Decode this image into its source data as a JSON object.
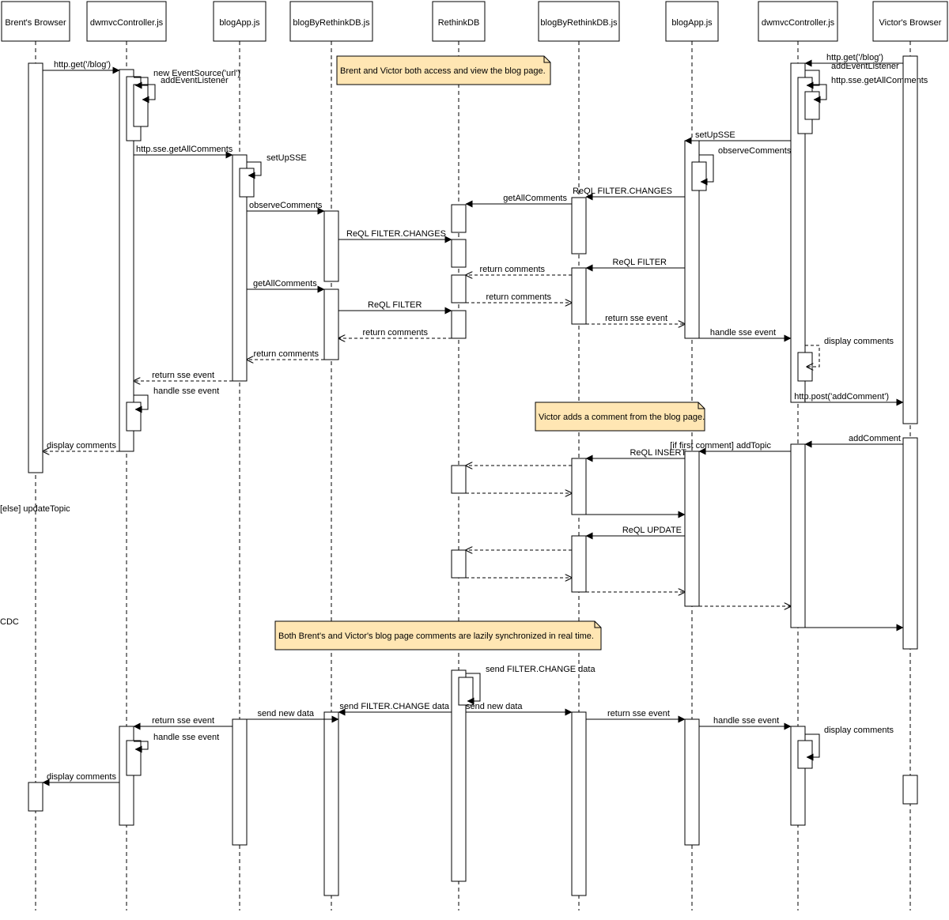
{
  "participants": [
    {
      "id": "brent_browser",
      "label": "Brent's Browser"
    },
    {
      "id": "brent_controller",
      "label": "dwmvcController.js"
    },
    {
      "id": "brent_blogapp",
      "label": "blogApp.js"
    },
    {
      "id": "brent_rethink",
      "label": "blogByRethinkDB.js"
    },
    {
      "id": "rethinkdb",
      "label": "RethinkDB"
    },
    {
      "id": "victor_rethink",
      "label": "blogByRethinkDB.js"
    },
    {
      "id": "victor_blogapp",
      "label": "blogApp.js"
    },
    {
      "id": "victor_controller",
      "label": "dwmvcController.js"
    },
    {
      "id": "victor_browser",
      "label": "Victor's Browser"
    }
  ],
  "notes": [
    {
      "text": "Brent and Victor both access and view the blog page."
    },
    {
      "text": "Victor adds a comment from the blog page."
    },
    {
      "text": "Both Brent's and Victor's blog page comments are lazily synchronized in real time."
    }
  ],
  "messages": [
    {
      "label": "http.get('/blog')",
      "style": "solid"
    },
    {
      "label": "new EventSource('url')",
      "style": "solid"
    },
    {
      "label": "addEventListener",
      "style": "solid"
    },
    {
      "label": "http.sse.getAllComments",
      "style": "solid"
    },
    {
      "label": "setUpSSE",
      "style": "solid"
    },
    {
      "label": "observeComments",
      "style": "solid"
    },
    {
      "label": "ReQL FILTER.CHANGES",
      "style": "solid"
    },
    {
      "label": "getAllComments",
      "style": "solid"
    },
    {
      "label": "ReQL FILTER",
      "style": "solid"
    },
    {
      "label": "return comments",
      "style": "dashed"
    },
    {
      "label": "return comments",
      "style": "dashed"
    },
    {
      "label": "return sse event",
      "style": "dashed"
    },
    {
      "label": "handle sse event",
      "style": "solid"
    },
    {
      "label": "display comments",
      "style": "dashed"
    },
    {
      "label": "http.get('/blog')",
      "style": "solid"
    },
    {
      "label": "addEventListener",
      "style": "solid"
    },
    {
      "label": "http.sse.getAllComments",
      "style": "solid"
    },
    {
      "label": "setUpSSE",
      "style": "solid"
    },
    {
      "label": "observeComments",
      "style": "solid"
    },
    {
      "label": "ReQL FILTER.CHANGES",
      "style": "solid"
    },
    {
      "label": "getAllComments",
      "style": "solid"
    },
    {
      "label": "ReQL FILTER",
      "style": "solid"
    },
    {
      "label": "return comments",
      "style": "dashed"
    },
    {
      "label": "return comments",
      "style": "dashed"
    },
    {
      "label": "return sse event",
      "style": "dashed"
    },
    {
      "label": "handle sse event",
      "style": "solid"
    },
    {
      "label": "display comments",
      "style": "dashed"
    },
    {
      "label": "http.post('addComment')",
      "style": "solid"
    },
    {
      "label": "addComment",
      "style": "solid"
    },
    {
      "label": "[if first comment] addTopic",
      "style": "solid"
    },
    {
      "label": "ReQL INSERT",
      "style": "solid"
    },
    {
      "label": "",
      "style": "dashed"
    },
    {
      "label": "",
      "style": "dashed"
    },
    {
      "label": "[else] updateTopic",
      "style": "solid"
    },
    {
      "label": "ReQL UPDATE",
      "style": "solid"
    },
    {
      "label": "",
      "style": "dashed"
    },
    {
      "label": "",
      "style": "dashed"
    },
    {
      "label": "",
      "style": "dashed"
    },
    {
      "label": "",
      "style": "dashed"
    },
    {
      "label": "CDC",
      "style": "solid"
    },
    {
      "label": "send FILTER.CHANGE data",
      "style": "solid"
    },
    {
      "label": "send FILTER.CHANGE data",
      "style": "solid"
    },
    {
      "label": "send new data",
      "style": "solid"
    },
    {
      "label": "send new data",
      "style": "solid"
    },
    {
      "label": "return sse event",
      "style": "solid"
    },
    {
      "label": "return sse event",
      "style": "solid"
    },
    {
      "label": "handle sse event",
      "style": "solid"
    },
    {
      "label": "handle sse event",
      "style": "solid"
    },
    {
      "label": "display comments",
      "style": "solid"
    },
    {
      "label": "display comments",
      "style": "solid"
    }
  ]
}
